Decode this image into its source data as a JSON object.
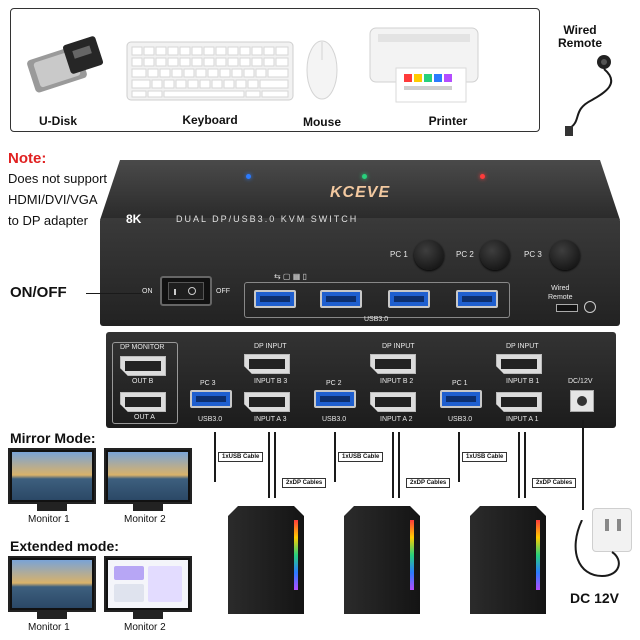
{
  "peripherals": {
    "items": [
      {
        "label": "U-Disk"
      },
      {
        "label": "Keyboard"
      },
      {
        "label": "Mouse"
      },
      {
        "label": "Printer"
      }
    ],
    "wired_remote": "Wired\nRemote"
  },
  "note": {
    "title": "Note:",
    "lines": [
      "Does not support",
      "HDMI/DVI/VGA",
      "to DP adapter"
    ]
  },
  "device": {
    "brand": "KCEVE",
    "badge": "8K",
    "title": "DUAL DP/USB3.0 KVM SWITCH",
    "pc_buttons": [
      "PC 1",
      "PC 2",
      "PC 3"
    ],
    "usb_label": "USB3.0",
    "on_off_label": "ON/OFF",
    "switch_on": "ON",
    "switch_off": "OFF",
    "wired_remote_port": "Wired\nRemote",
    "led_colors": [
      "#2b7bff",
      "#28d17c",
      "#ff3b3b"
    ],
    "back": {
      "dp_monitor": "DP MONITOR",
      "out_b": "OUT B",
      "out_a": "OUT A",
      "dp_input": "DP INPUT",
      "groups": [
        {
          "pc": "PC 3",
          "input_b": "INPUT B 3",
          "input_a": "INPUT A 3",
          "usb": "USB3.0"
        },
        {
          "pc": "PC 2",
          "input_b": "INPUT B 2",
          "input_a": "INPUT A 2",
          "usb": "USB3.0"
        },
        {
          "pc": "PC 1",
          "input_b": "INPUT B 1",
          "input_a": "INPUT A 1",
          "usb": "USB3.0"
        }
      ],
      "dc": "DC/12V"
    }
  },
  "cables": {
    "usb": "1xUSB Cable",
    "dp": "2xDP Cables"
  },
  "modes": {
    "mirror": {
      "title": "Mirror Mode:",
      "monitors": [
        "Monitor 1",
        "Monitor 2"
      ]
    },
    "extended": {
      "title": "Extended mode:",
      "monitors": [
        "Monitor 1",
        "Monitor 2"
      ]
    }
  },
  "power": {
    "label": "DC 12V"
  }
}
